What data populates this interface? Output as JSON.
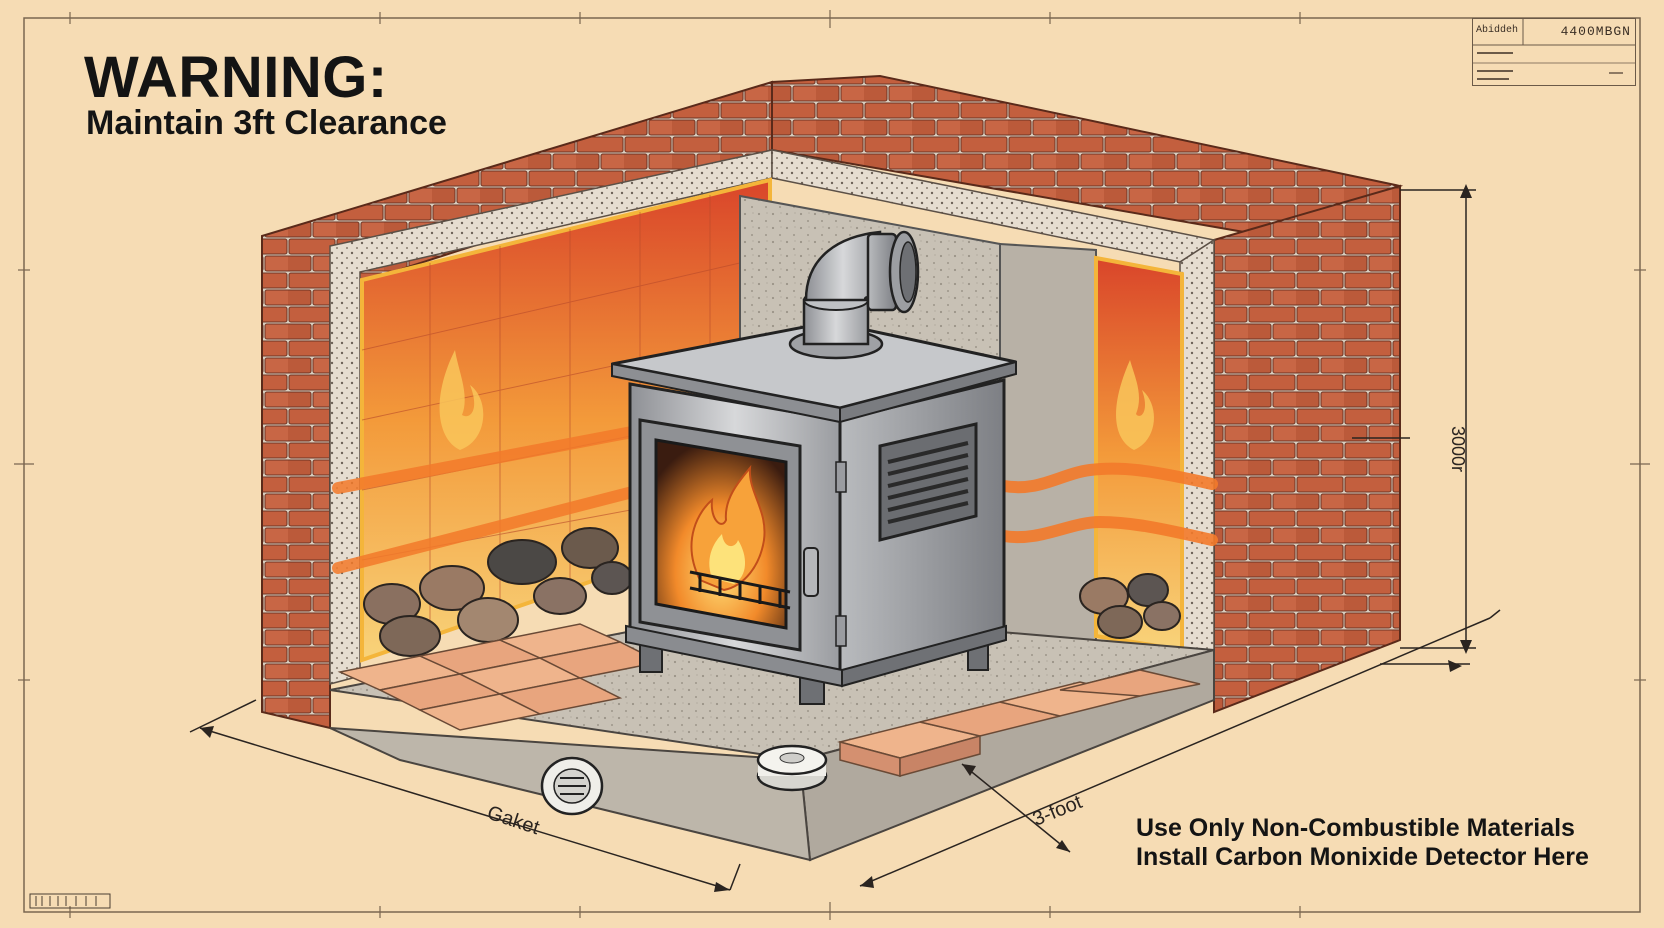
{
  "heading": {
    "title": "WARNING:",
    "subtitle": "Maintain 3ft Clearance"
  },
  "notes": {
    "line1": "Use Only Non-Combustible Materials",
    "line2": "Install Carbon Monixide Detector Here"
  },
  "dimensions": {
    "height_label": "3000r",
    "width_label": "3-foot",
    "depth_label": "Gaket"
  },
  "title_block": {
    "left_text": "Abiddeh",
    "right_text": "4400MBGN"
  },
  "colors": {
    "paper": "#f6dcb4",
    "brick": "#c06040",
    "steel": "#a8aaae",
    "flame": "#f08a30",
    "hearth_tile": "#e8a57e",
    "concrete": "#c9c2b6"
  }
}
